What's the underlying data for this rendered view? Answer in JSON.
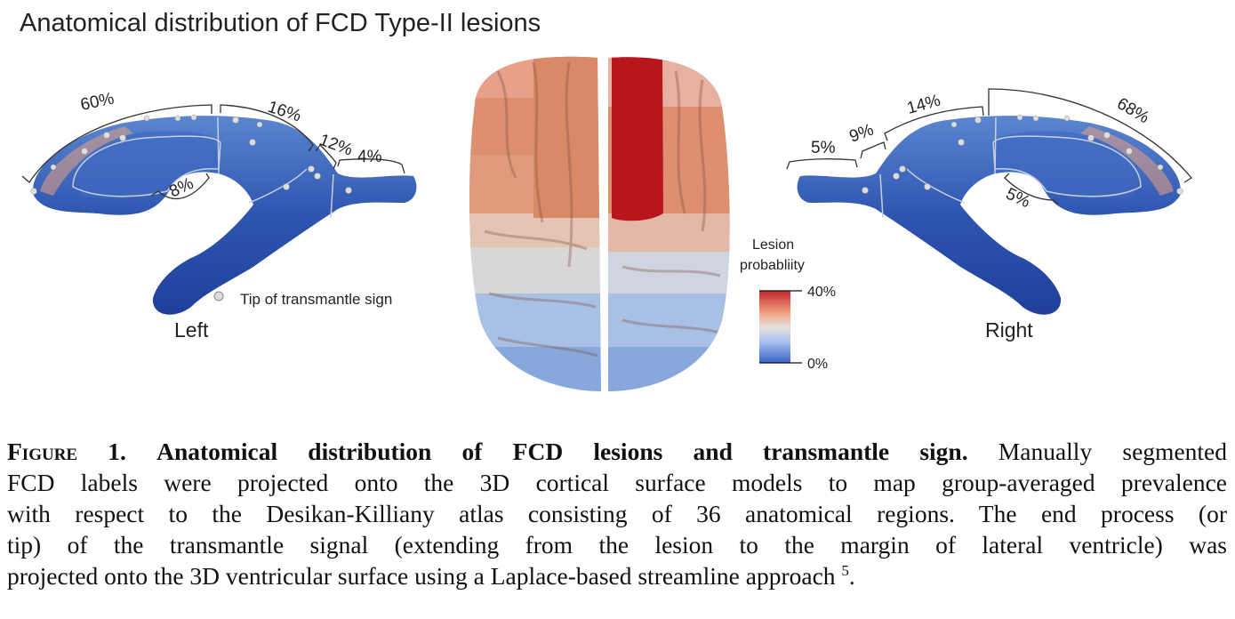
{
  "figure": {
    "title": "Anatomical distribution of FCD Type-II lesions",
    "left_ventricle": {
      "side_label": "Left",
      "percentages": [
        "60%",
        "16%",
        "12%",
        "4%",
        "8%"
      ]
    },
    "right_ventricle": {
      "side_label": "Right",
      "percentages": [
        "5%",
        "9%",
        "14%",
        "68%",
        "5%"
      ]
    },
    "marker_legend": "Tip of transmantle sign",
    "colorbar": {
      "title_line1": "Lesion",
      "title_line2": "probabliity",
      "max_label": "40%",
      "min_label": "0%",
      "colors": [
        "#c0282d",
        "#f0a080",
        "#e6e0dc",
        "#a9c4ee",
        "#3a62c8"
      ]
    }
  },
  "caption": {
    "figure_label": "Figure 1.",
    "bold_title": "Anatomical distribution of FCD lesions and transmantle sign.",
    "line1_rest": "Manually segmented",
    "line2": "FCD labels were projected onto the 3D cortical surface models to map group-averaged prevalence",
    "line3": "with respect to the Desikan-Killiany atlas consisting of 36 anatomical regions. The end process (or",
    "line4": "tip) of the transmantle signal (extending from the lesion to the margin of lateral ventricle) was",
    "line5": "projected onto the 3D ventricular surface using a Laplace-based streamline approach",
    "reference": "5",
    "end_period": "."
  }
}
